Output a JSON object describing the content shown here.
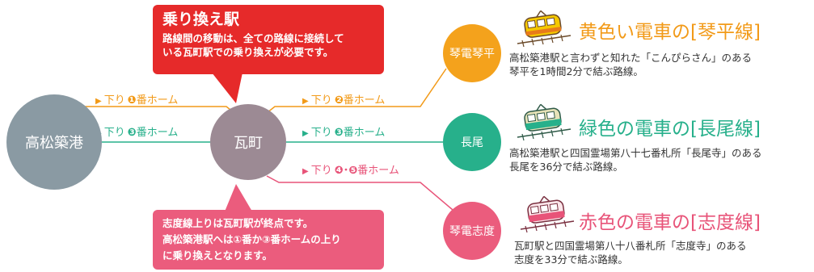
{
  "stations": {
    "takamatsu": "高松築港",
    "kawaramachi": "瓦町",
    "kotohira": "琴電琴平",
    "nagao": "長尾",
    "shido": "琴電志度"
  },
  "platforms": [
    {
      "direction": "下り",
      "number": "❶",
      "suffix": "番ホーム"
    },
    {
      "direction": "下り",
      "number": "❸",
      "suffix": "番ホーム"
    },
    {
      "direction": "下り",
      "number": "❷",
      "suffix": "番ホーム"
    },
    {
      "direction": "下り",
      "number": "❸",
      "suffix": "番ホーム"
    },
    {
      "direction": "下り",
      "number": "❹･❺",
      "suffix": "番ホーム"
    }
  ],
  "callout_top": {
    "title": "乗り換え駅",
    "line1": "路線間の移動は、全ての路線に接続して",
    "line2": "いる瓦町駅での乗り換えが必要です。"
  },
  "callout_bottom": {
    "line1": "志度線上りは瓦町駅が終点です。",
    "line2": "高松築港駅へは①番か③番ホームの上り",
    "line3": "に乗り換えとなります。"
  },
  "lines": [
    {
      "title": "黄色い電車の[琴平線]",
      "desc1": "高松築港駅と言わずと知れた「こんぴらさん」のある",
      "desc2": "琴平を1時間2分で結ぶ路線。",
      "color": "#f29a18"
    },
    {
      "title": "緑色の電車の[長尾線]",
      "desc1": "高松築港駅と四国霊場第八十七番札所「長尾寺」のある",
      "desc2": "長尾を36分で結ぶ路線。",
      "color": "#27b08b"
    },
    {
      "title": "赤色の電車の[志度線]",
      "desc1": "瓦町駅と四国霊場第八十八番札所「志度寺」のある",
      "desc2": "志度を33分で結ぶ路線。",
      "color": "#e85479"
    }
  ],
  "colors": {
    "orange": "#f29a18",
    "teal": "#27b08b",
    "pink": "#e85479",
    "red_callout": "#e62a2a",
    "station_gray": "#8a9aa3",
    "station_mauve": "#9c8a94"
  },
  "icons": [
    "train-icon"
  ]
}
